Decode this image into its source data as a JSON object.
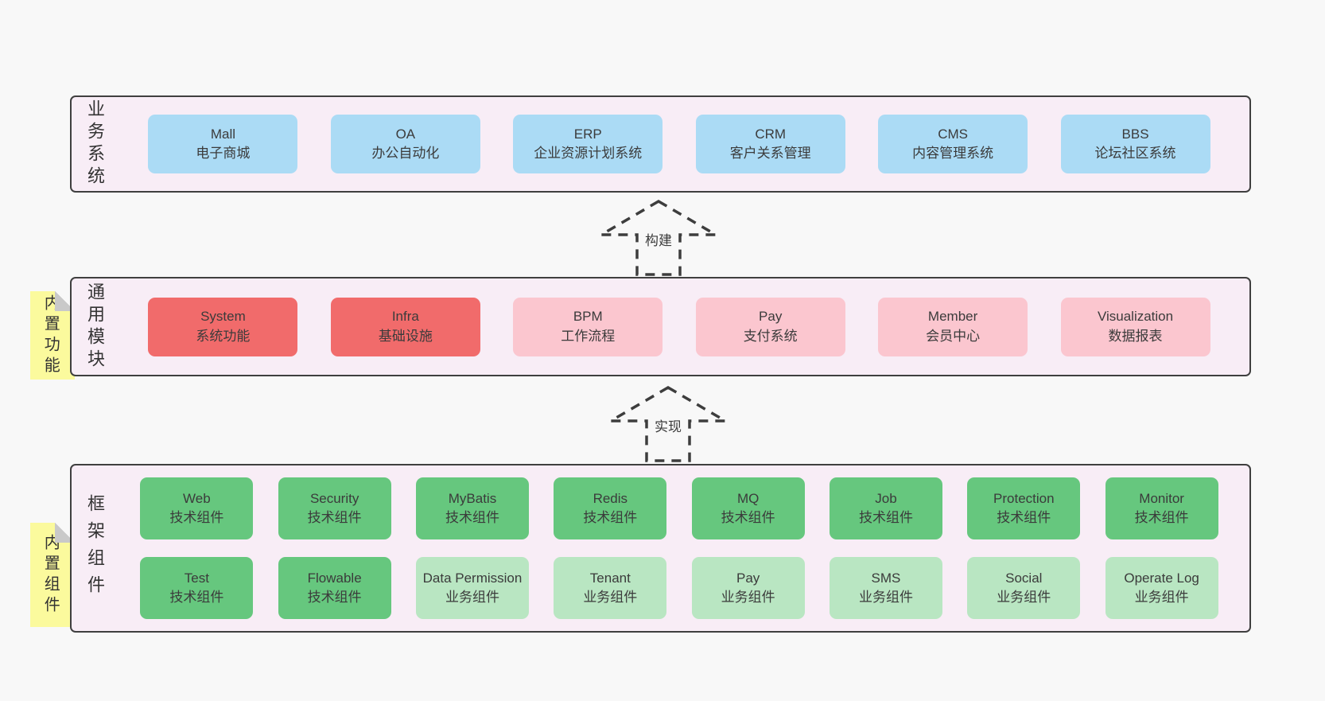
{
  "colors": {
    "page_bg": "#f8f8f8",
    "band_bg": "#f8edf6",
    "band_border": "#3f3f3f",
    "note_bg": "#fbfa9d",
    "note_fold": "#c9c9c9",
    "arrow_stroke": "#3d3d3d",
    "text": "#3b3b3b",
    "blue": "#abdbf5",
    "red": "#f16b6b",
    "pink": "#fbc6cf",
    "green": "#66c77e",
    "lightgreen": "#b9e6c2"
  },
  "arrows": [
    {
      "label": "构建"
    },
    {
      "label": "实现"
    }
  ],
  "bands": [
    {
      "id": "business",
      "label": "业务系统",
      "boxes": [
        {
          "name": "Mall",
          "desc": "电子商城",
          "variant": "blue"
        },
        {
          "name": "OA",
          "desc": "办公自动化",
          "variant": "blue"
        },
        {
          "name": "ERP",
          "desc": "企业资源计划系统",
          "variant": "blue"
        },
        {
          "name": "CRM",
          "desc": "客户关系管理",
          "variant": "blue"
        },
        {
          "name": "CMS",
          "desc": "内容管理系统",
          "variant": "blue"
        },
        {
          "name": "BBS",
          "desc": "论坛社区系统",
          "variant": "blue"
        }
      ]
    },
    {
      "id": "modules",
      "label": "通用模块",
      "note": "内置功能",
      "boxes": [
        {
          "name": "System",
          "desc": "系统功能",
          "variant": "red"
        },
        {
          "name": "Infra",
          "desc": "基础设施",
          "variant": "red"
        },
        {
          "name": "BPM",
          "desc": "工作流程",
          "variant": "pink"
        },
        {
          "name": "Pay",
          "desc": "支付系统",
          "variant": "pink"
        },
        {
          "name": "Member",
          "desc": "会员中心",
          "variant": "pink"
        },
        {
          "name": "Visualization",
          "desc": "数据报表",
          "variant": "pink"
        }
      ]
    },
    {
      "id": "components",
      "label": "框架组件",
      "note": "内置组件",
      "boxes": [
        {
          "name": "Web",
          "desc": "技术组件",
          "variant": "green"
        },
        {
          "name": "Security",
          "desc": "技术组件",
          "variant": "green"
        },
        {
          "name": "MyBatis",
          "desc": "技术组件",
          "variant": "green"
        },
        {
          "name": "Redis",
          "desc": "技术组件",
          "variant": "green"
        },
        {
          "name": "MQ",
          "desc": "技术组件",
          "variant": "green"
        },
        {
          "name": "Job",
          "desc": "技术组件",
          "variant": "green"
        },
        {
          "name": "Protection",
          "desc": "技术组件",
          "variant": "green"
        },
        {
          "name": "Monitor",
          "desc": "技术组件",
          "variant": "green"
        },
        {
          "name": "Test",
          "desc": "技术组件",
          "variant": "green"
        },
        {
          "name": "Flowable",
          "desc": "技术组件",
          "variant": "green"
        },
        {
          "name": "Data Permission",
          "desc": "业务组件",
          "variant": "lightgreen"
        },
        {
          "name": "Tenant",
          "desc": "业务组件",
          "variant": "lightgreen"
        },
        {
          "name": "Pay",
          "desc": "业务组件",
          "variant": "lightgreen"
        },
        {
          "name": "SMS",
          "desc": "业务组件",
          "variant": "lightgreen"
        },
        {
          "name": "Social",
          "desc": "业务组件",
          "variant": "lightgreen"
        },
        {
          "name": "Operate Log",
          "desc": "业务组件",
          "variant": "lightgreen"
        }
      ]
    }
  ]
}
